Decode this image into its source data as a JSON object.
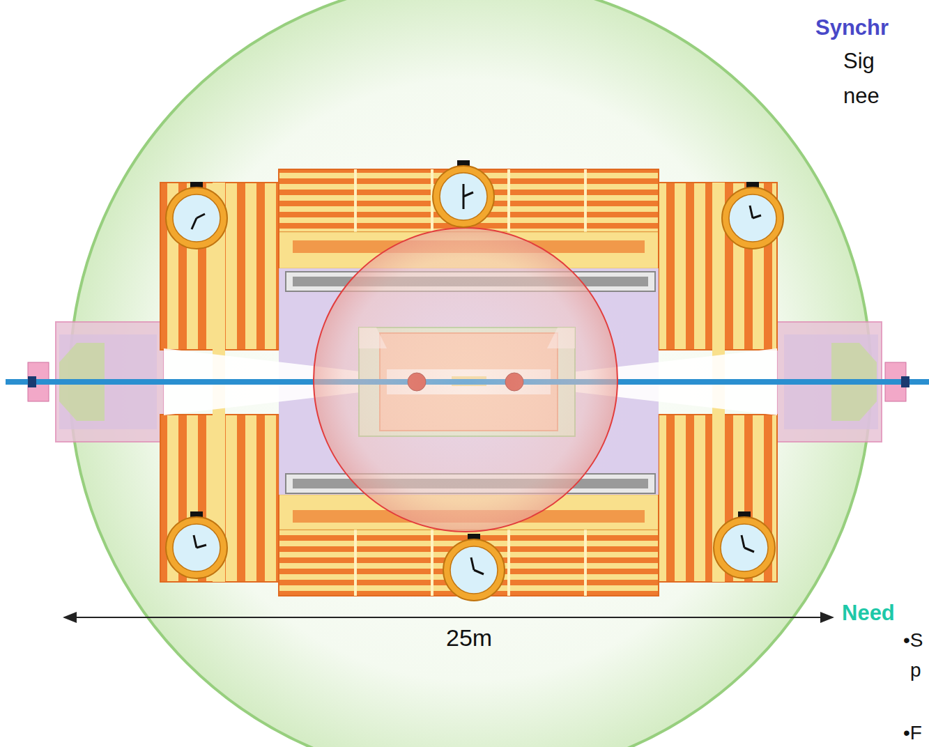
{
  "diagram": {
    "labels": [
      "Synchr",
      "Sig",
      "nee",
      "25m",
      "Need",
      "•S",
      "p",
      "•F"
    ]
  }
}
